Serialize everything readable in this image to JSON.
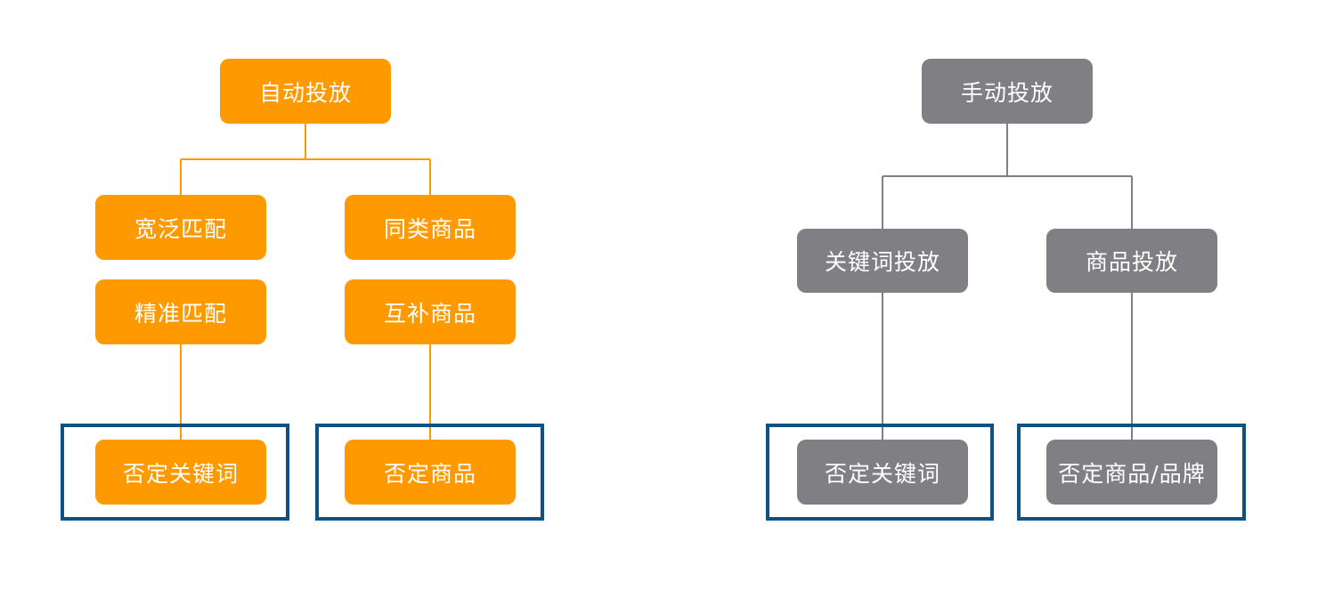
{
  "colors": {
    "auto_branch": "#ff9900",
    "manual_branch": "#808084",
    "highlight_frame": "#0f5282",
    "node_text": "#ffffff"
  },
  "auto": {
    "root": "自动投放",
    "keyword_group": {
      "broad": "宽泛匹配",
      "exact": "精准匹配",
      "negative": "否定关键词"
    },
    "product_group": {
      "similar": "同类商品",
      "complement": "互补商品",
      "negative": "否定商品"
    }
  },
  "manual": {
    "root": "手动投放",
    "keyword": "关键词投放",
    "keyword_negative": "否定关键词",
    "product": "商品投放",
    "product_negative": "否定商品/品牌"
  }
}
